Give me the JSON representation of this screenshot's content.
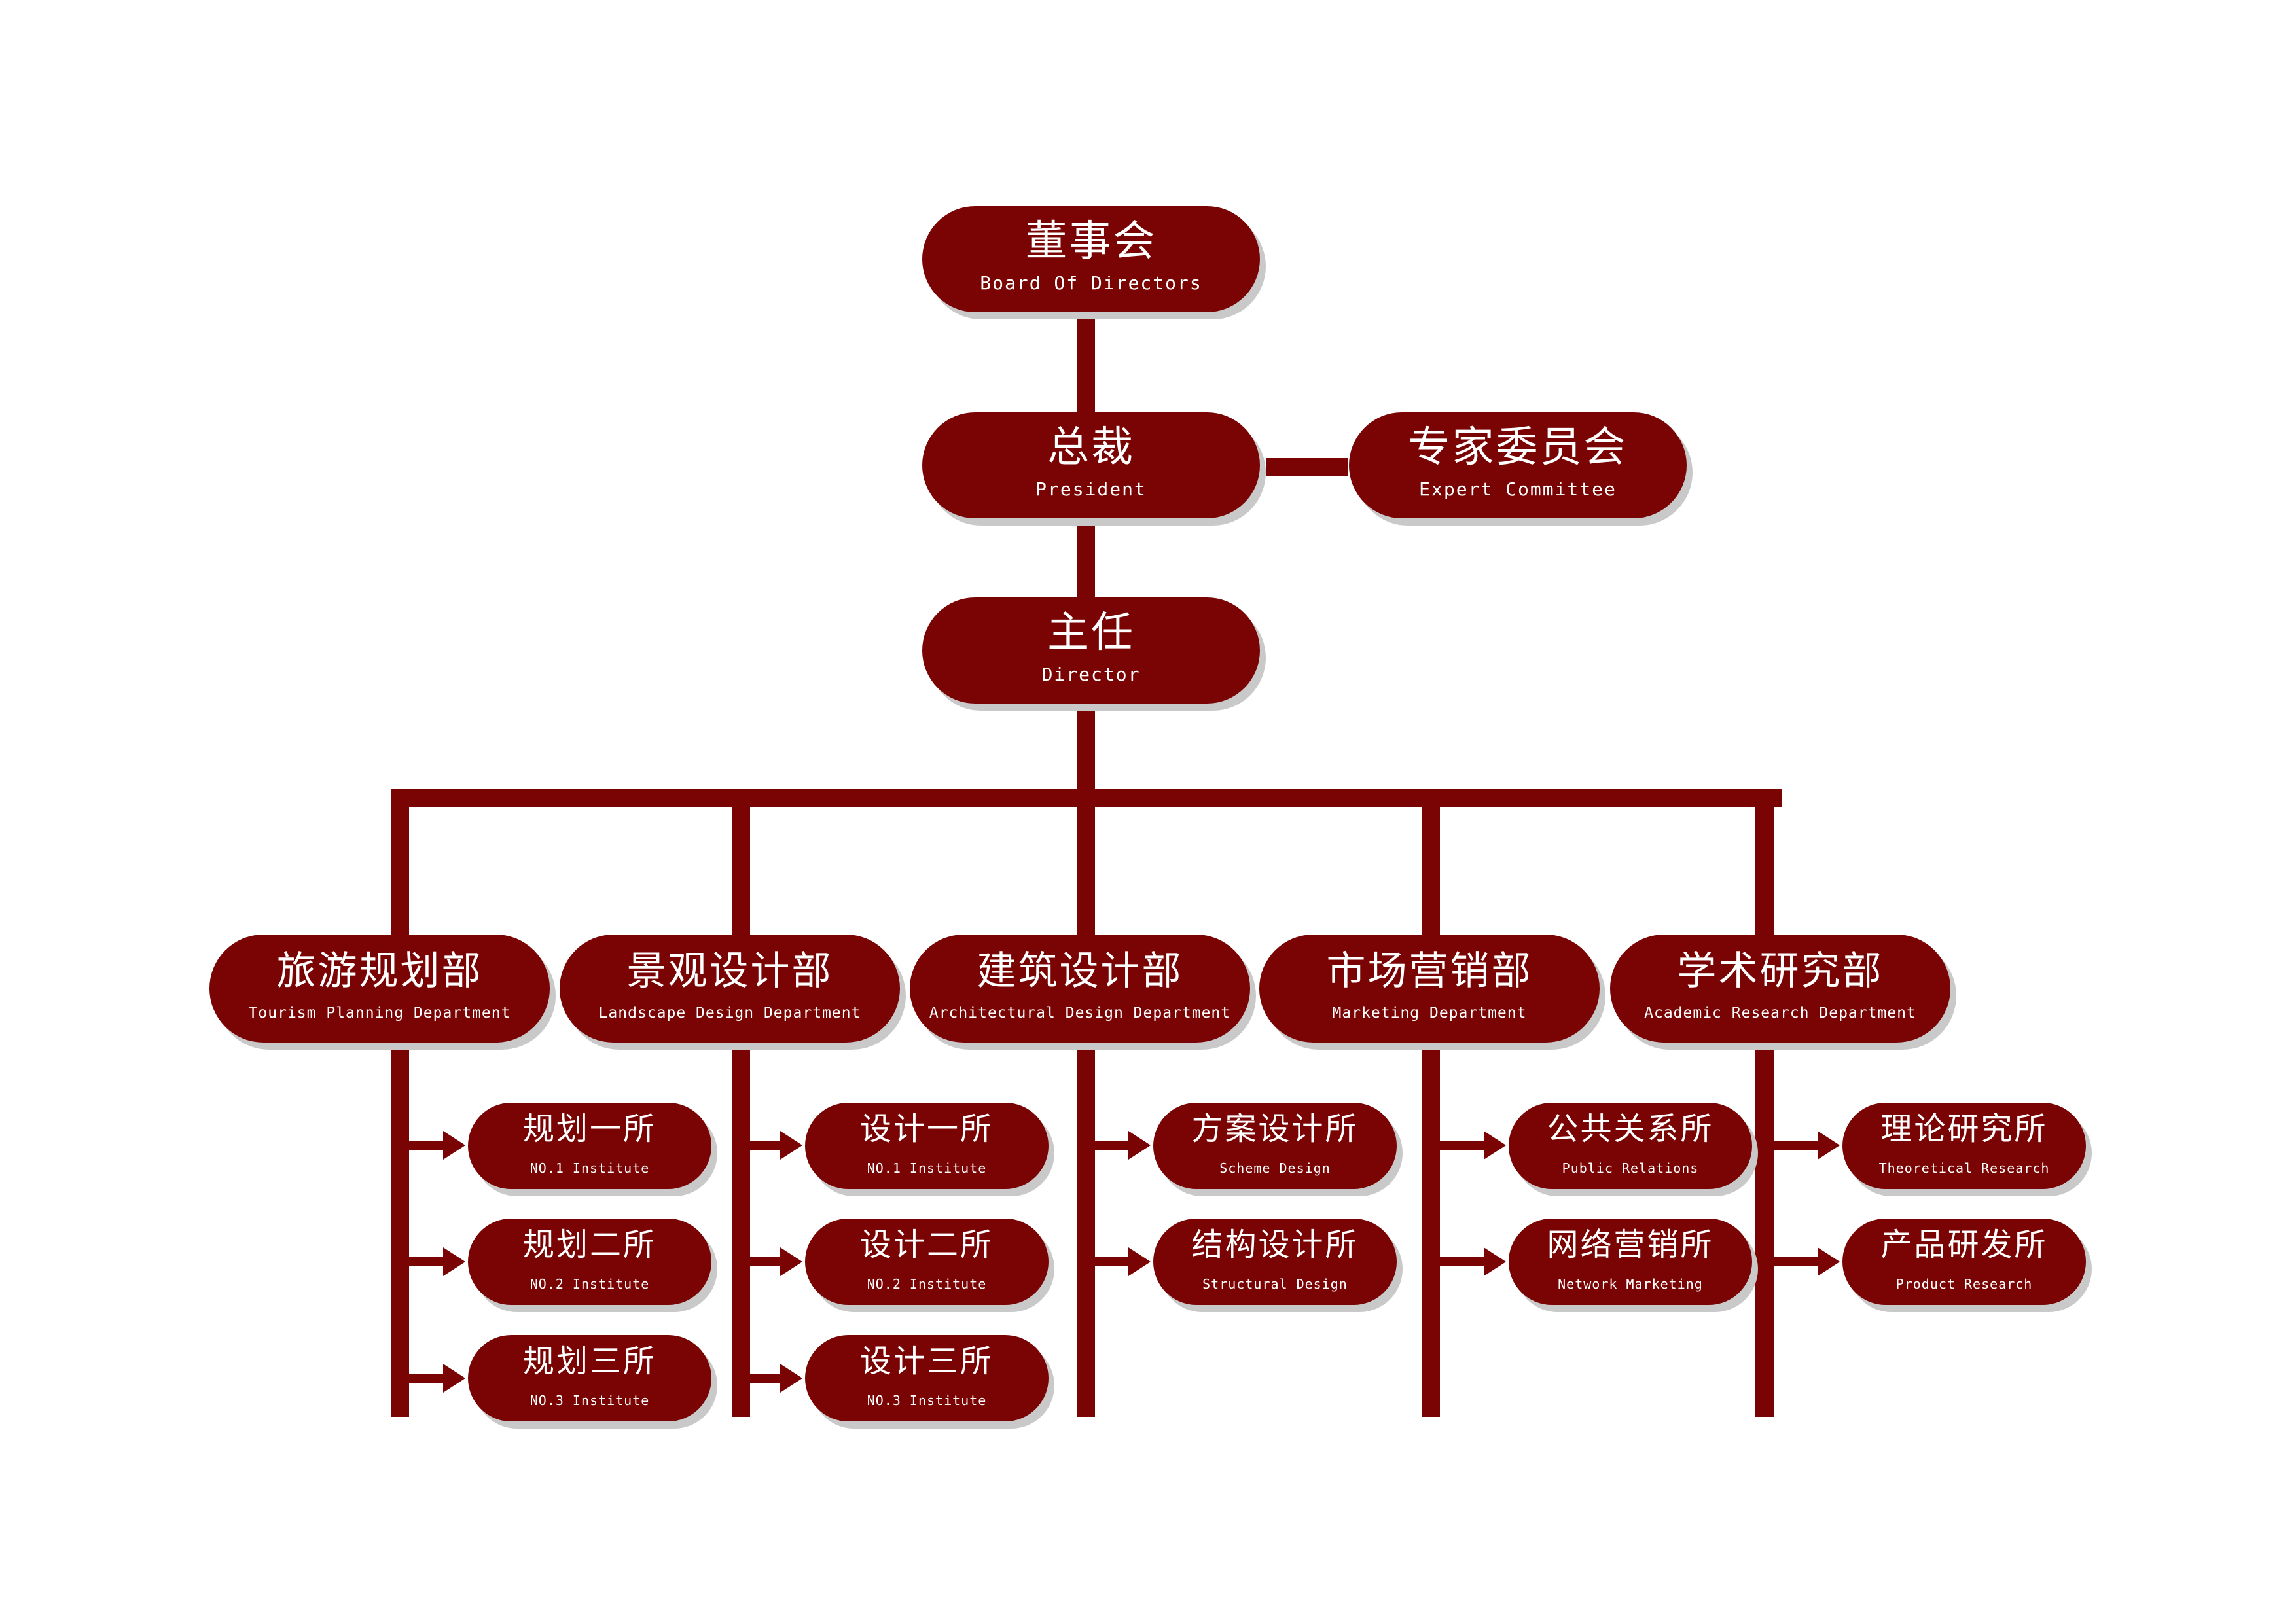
{
  "colors": {
    "node": "#7a0404",
    "line": "#7a0404",
    "shadow": "#c9c9c9",
    "text": "#ffffff"
  },
  "top": {
    "board": {
      "cn": "董事会",
      "en": "Board Of Directors"
    },
    "president": {
      "cn": "总裁",
      "en": "President"
    },
    "expert": {
      "cn": "专家委员会",
      "en": "Expert Committee"
    },
    "director": {
      "cn": "主任",
      "en": "Director"
    }
  },
  "departments": [
    {
      "cn": "旅游规划部",
      "en": "Tourism Planning Department",
      "children": [
        {
          "cn": "规划一所",
          "en": "NO.1 Institute"
        },
        {
          "cn": "规划二所",
          "en": "NO.2 Institute"
        },
        {
          "cn": "规划三所",
          "en": "NO.3 Institute"
        }
      ]
    },
    {
      "cn": "景观设计部",
      "en": "Landscape Design Department",
      "children": [
        {
          "cn": "设计一所",
          "en": "NO.1 Institute"
        },
        {
          "cn": "设计二所",
          "en": "NO.2 Institute"
        },
        {
          "cn": "设计三所",
          "en": "NO.3 Institute"
        }
      ]
    },
    {
      "cn": "建筑设计部",
      "en": "Architectural Design Department",
      "children": [
        {
          "cn": "方案设计所",
          "en": "Scheme Design"
        },
        {
          "cn": "结构设计所",
          "en": "Structural Design"
        }
      ]
    },
    {
      "cn": "市场营销部",
      "en": "Marketing Department",
      "children": [
        {
          "cn": "公共关系所",
          "en": "Public Relations"
        },
        {
          "cn": "网络营销所",
          "en": "Network Marketing"
        }
      ]
    },
    {
      "cn": "学术研究部",
      "en": "Academic Research Department",
      "children": [
        {
          "cn": "理论研究所",
          "en": "Theoretical Research"
        },
        {
          "cn": "产品研发所",
          "en": "Product Research"
        }
      ]
    }
  ]
}
